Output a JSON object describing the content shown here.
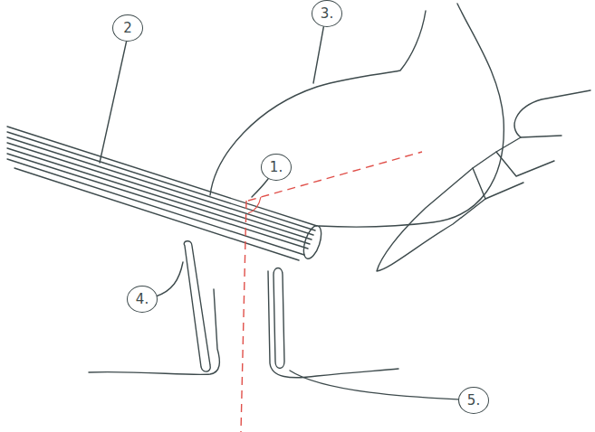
{
  "diagram": {
    "labels": [
      "1.",
      "2",
      "3.",
      "4.",
      "5."
    ]
  }
}
